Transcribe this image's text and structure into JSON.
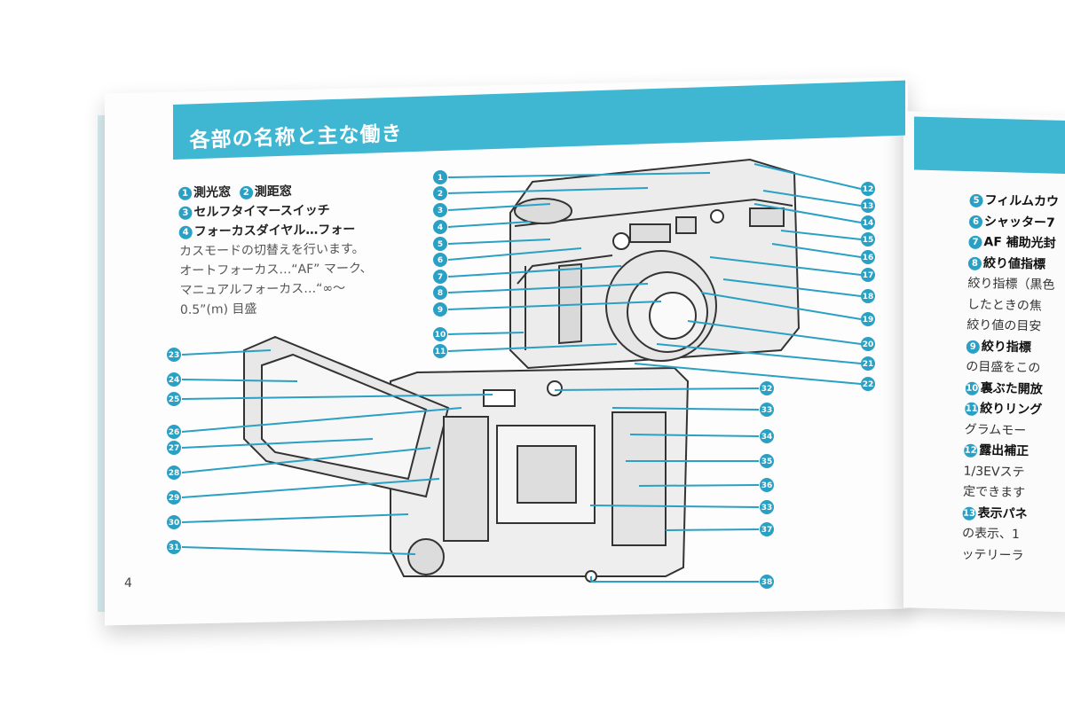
{
  "left_page": {
    "title": "各部の名称と主な働き",
    "page_number": "4",
    "intro": [
      {
        "num": "1",
        "text": "測光窓"
      },
      {
        "num": "2",
        "text": "測距窓"
      },
      {
        "num": "3",
        "text": "セルフタイマースイッチ"
      },
      {
        "num": "4",
        "text": "フォーカスダイヤル…フォー"
      },
      {
        "num": "",
        "text": "カスモードの切替えを行います。"
      },
      {
        "num": "",
        "text": "オートフォーカス…“AF” マーク、"
      },
      {
        "num": "",
        "text": "マニュアルフォーカス…“∞～"
      },
      {
        "num": "",
        "text": "0.5”(m) 目盛"
      }
    ],
    "callouts_left": [
      "1",
      "2",
      "3",
      "4",
      "5",
      "6",
      "7",
      "8",
      "9",
      "10",
      "11"
    ],
    "callouts_right": [
      "12",
      "13",
      "14",
      "15",
      "16",
      "17",
      "18",
      "19",
      "20",
      "21",
      "22"
    ],
    "callouts_bottom_left": [
      "23",
      "24",
      "25",
      "26",
      "27",
      "28",
      "29",
      "30",
      "31"
    ],
    "callouts_bottom_right": [
      "32",
      "33",
      "34",
      "35",
      "36",
      "33",
      "37",
      "38"
    ]
  },
  "right_page": {
    "items": [
      {
        "num": "5",
        "text": "フィルムカウ",
        "bold": true
      },
      {
        "num": "6",
        "text": "シャッター7",
        "bold": true
      },
      {
        "num": "7",
        "text": "AF 補助光封",
        "bold": true
      },
      {
        "num": "8",
        "text": "絞り値指標",
        "bold": true
      },
      {
        "num": "",
        "text": "絞り指標（黒色",
        "bold": false
      },
      {
        "num": "",
        "text": "したときの焦",
        "bold": false
      },
      {
        "num": "",
        "text": "絞り値の目安",
        "bold": false
      },
      {
        "num": "9",
        "text": "絞り指標",
        "bold": true
      },
      {
        "num": "",
        "text": "の目盛をこの",
        "bold": false
      },
      {
        "num": "10",
        "text": "裏ぶた開放",
        "bold": true
      },
      {
        "num": "11",
        "text": "絞りリング",
        "bold": true
      },
      {
        "num": "",
        "text": "グラムモー",
        "bold": false
      },
      {
        "num": "12",
        "text": "露出補正",
        "bold": true
      },
      {
        "num": "",
        "text": "1/3EVステ",
        "bold": false
      },
      {
        "num": "",
        "text": "定できます",
        "bold": false
      },
      {
        "num": "13",
        "text": "表示パネ",
        "bold": true
      },
      {
        "num": "",
        "text": "の表示、1",
        "bold": false
      },
      {
        "num": "",
        "text": "ッテリーラ",
        "bold": false
      }
    ]
  },
  "colors": {
    "accent": "#3fb7d3",
    "callout": "#2aa0c4",
    "page": "#fdfdfd"
  }
}
